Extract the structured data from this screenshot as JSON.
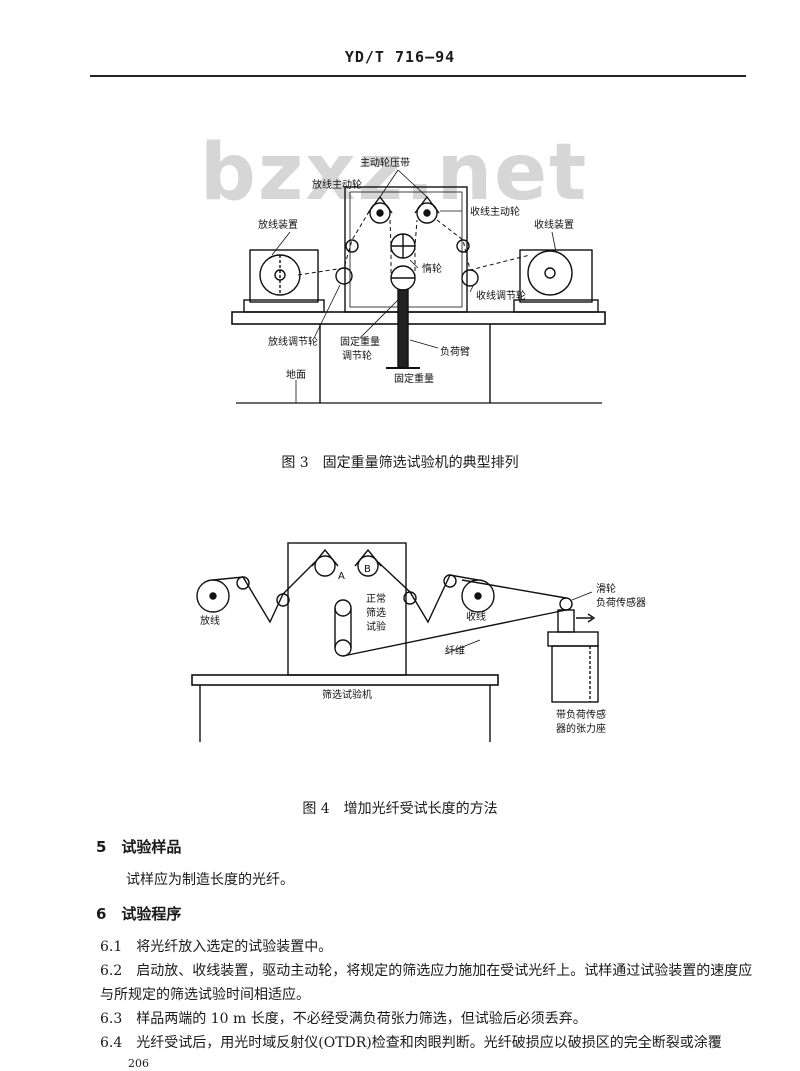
{
  "header": {
    "standard": "YD/T 716—94"
  },
  "watermark": "bzxz.net",
  "figure3": {
    "caption": "图 3　固定重量筛选试验机的典型排列",
    "labels": {
      "capstan_belt": "主动轮压带",
      "payout_capstan": "放线主动轮",
      "takeup_capstan": "收线主动轮",
      "payout_device": "放线装置",
      "takeup_device": "收线装置",
      "pulley": "惰轮",
      "takeup_dancer": "收线调节轮",
      "payout_dancer": "放线调节轮",
      "fixed_weight_dancer_1": "固定重量",
      "fixed_weight_dancer_2": "调节轮",
      "load_arm": "负荷臂",
      "ground": "地面",
      "fixed_weight": "固定重量"
    }
  },
  "figure4": {
    "caption": "图 4　增加光纤受试长度的方法",
    "labels": {
      "point_a": "A",
      "point_b": "B",
      "normal_1": "正常",
      "normal_2": "筛选",
      "normal_3": "试验",
      "payout": "放线",
      "takeup": "收线",
      "pulley": "滑轮",
      "load_sensor": "负荷传感器",
      "fiber": "纤维",
      "machine": "筛选试验机",
      "tension_base_1": "带负荷传感",
      "tension_base_2": "器的张力座"
    }
  },
  "section5": {
    "title": "5　试验样品",
    "body": "试样应为制造长度的光纤。"
  },
  "section6": {
    "title": "6　试验程序",
    "items": [
      {
        "num": "6.1",
        "text": "将光纤放入选定的试验装置中。"
      },
      {
        "num": "6.2",
        "text": "启动放、收线装置，驱动主动轮，将规定的筛选应力施加在受试光纤上。试样通过试验装置的速度应与所规定的筛选试验时间相适应。"
      },
      {
        "num": "6.3",
        "text": "样品两端的 10 m 长度，不必经受满负荷张力筛选，但试验后必须丢弃。"
      },
      {
        "num": "6.4",
        "text": "光纤受试后，用光时域反射仪(OTDR)检查和肉眼判断。光纤破损应以破损区的完全断裂或涂覆"
      }
    ]
  },
  "page_number": "206"
}
